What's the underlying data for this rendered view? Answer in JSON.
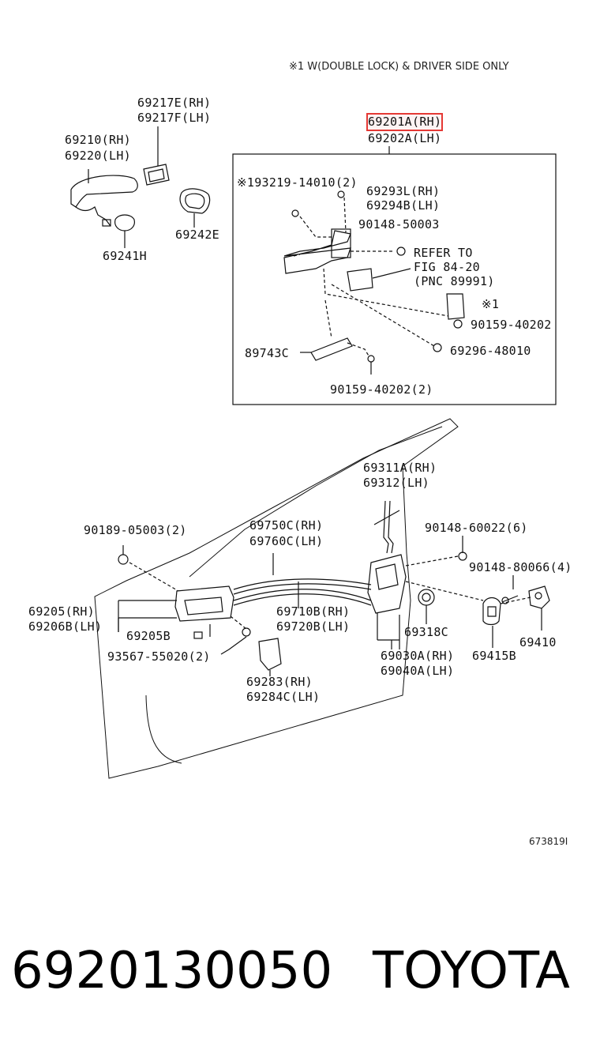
{
  "note": "※1 W(DOUBLE LOCK) & DRIVER SIDE ONLY",
  "labels": {
    "p69217e": "69217E(RH)",
    "p69217f": "69217F(LH)",
    "p69210": "69210(RH)",
    "p69220": "69220(LH)",
    "p69242e": "69242E",
    "p69241h": "69241H",
    "p69201a": "69201A(RH)",
    "p69202a": "69202A(LH)",
    "p193219": "※193219-14010(2)",
    "p69293l": "69293L(RH)",
    "p69294b": "69294B(LH)",
    "p90148_50003": "90148-50003",
    "refer1": "REFER TO",
    "refer2": "FIG 84-20",
    "refer3": "(PNC 89991)",
    "star1": "※1",
    "p90159_40202a": "90159-40202",
    "p89743c": "89743C",
    "p69296": "69296-48010",
    "p90159_40202b": "90159-40202(2)",
    "p69311a": "69311A(RH)",
    "p69312": "69312(LH)",
    "p90189": "90189-05003(2)",
    "p69750c": "69750C(RH)",
    "p69760c": "69760C(LH)",
    "p90148_60022": "90148-60022(6)",
    "p90148_80066": "90148-80066(4)",
    "p69205": "69205(RH)",
    "p69206b": "69206B(LH)",
    "p69205b": "69205B",
    "p69710b": "69710B(RH)",
    "p69720b": "69720B(LH)",
    "p69318c": "69318C",
    "p69410": "69410",
    "p93567": "93567-55020(2)",
    "p69030a": "69030A(RH)",
    "p69415b": "69415B",
    "p69040a": "69040A(LH)",
    "p69283": "69283(RH)",
    "p69284c": "69284C(LH)"
  },
  "diagram_ref": "673819I",
  "footer": {
    "part_number": "6920130050",
    "brand": "TOYOTA"
  },
  "highlight_color": "#e53935"
}
